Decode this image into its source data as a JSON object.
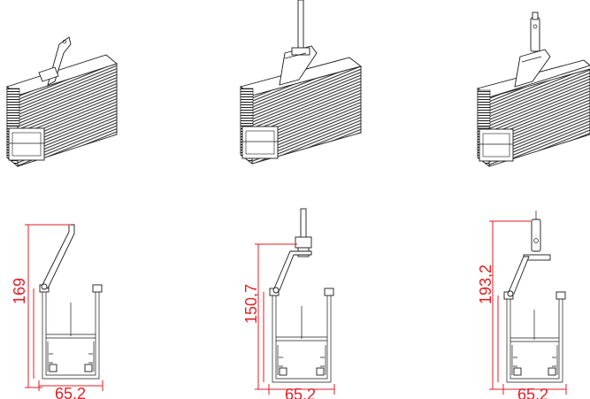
{
  "variants": [
    {
      "width_label": "65,2",
      "height_label": "169"
    },
    {
      "width_label": "65,2",
      "height_label": "150,7"
    },
    {
      "width_label": "65,2",
      "height_label": "193,2"
    }
  ],
  "colors": {
    "dimension": "#e31e24",
    "outline": "#1a1a1a",
    "background": "#ffffff"
  }
}
